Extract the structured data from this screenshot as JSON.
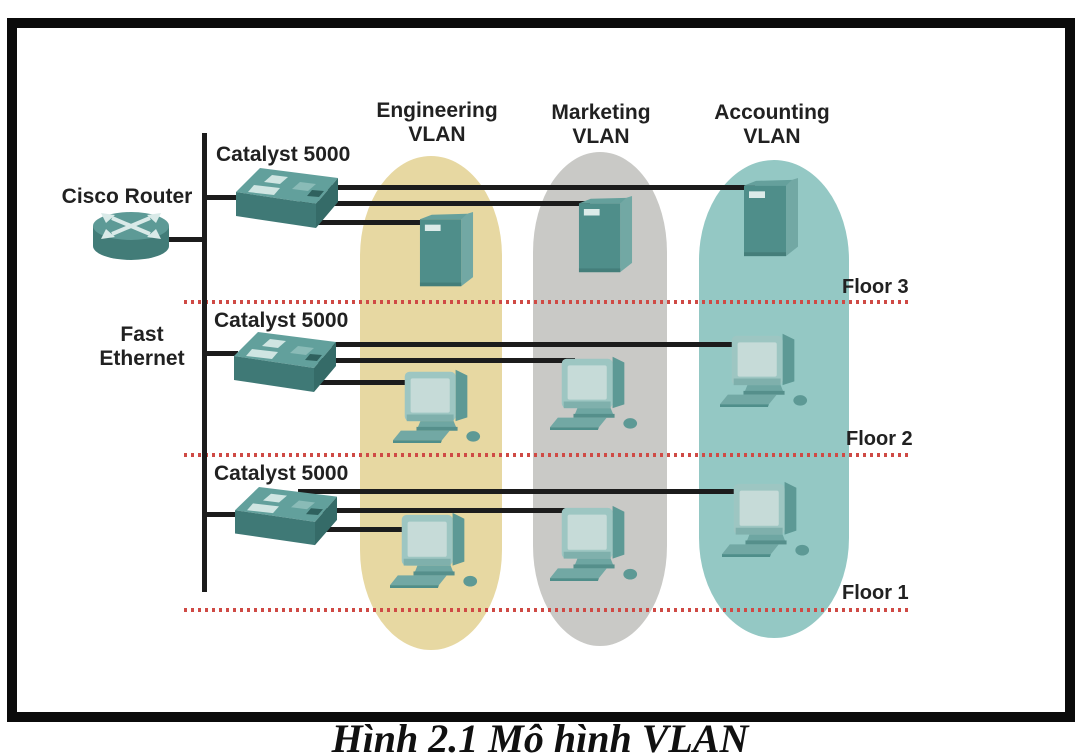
{
  "figure": {
    "caption": "Hình 2.1 Mô hình VLAN",
    "router_label": "Cisco Router",
    "backbone_label": "Fast\nEthernet",
    "switch_labels": [
      "Catalyst 5000",
      "Catalyst 5000",
      "Catalyst 5000"
    ],
    "vlans": [
      {
        "label": "Engineering\nVLAN",
        "color": "#e7d8a2"
      },
      {
        "label": "Marketing\nVLAN",
        "color": "#c9c9c6"
      },
      {
        "label": "Accounting\nVLAN",
        "color": "#94c8c4"
      }
    ],
    "floors": [
      {
        "label": "Floor 3"
      },
      {
        "label": "Floor 2"
      },
      {
        "label": "Floor 1"
      }
    ],
    "colors": {
      "device_teal": "#4f8e8a",
      "link_line": "#1c1c1c",
      "floor_line": "#cf4a45",
      "frame": "#0b0b0b"
    }
  }
}
